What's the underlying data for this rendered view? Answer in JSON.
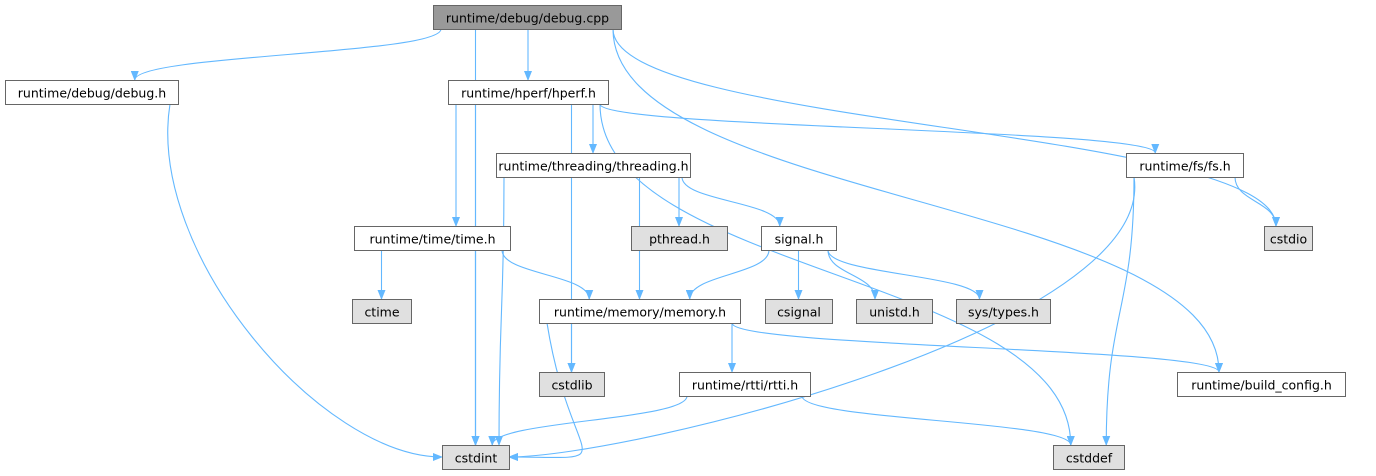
{
  "graph": {
    "type": "include-dependency-graph",
    "colors": {
      "root_fill": "#999999",
      "documented_fill": "#ffffff",
      "external_fill": "#e0e0e0",
      "border": "#666666",
      "edge": "#63b8ff"
    },
    "nodes": [
      {
        "id": "debug_cpp",
        "label": "runtime/debug/debug.cpp",
        "kind": "root"
      },
      {
        "id": "debug_h",
        "label": "runtime/debug/debug.h",
        "kind": "documented"
      },
      {
        "id": "hperf_h",
        "label": "runtime/hperf/hperf.h",
        "kind": "documented"
      },
      {
        "id": "threading_h",
        "label": "runtime/threading/threading.h",
        "kind": "documented"
      },
      {
        "id": "fs_h",
        "label": "runtime/fs/fs.h",
        "kind": "documented"
      },
      {
        "id": "time_h",
        "label": "runtime/time/time.h",
        "kind": "documented"
      },
      {
        "id": "pthread_h",
        "label": "pthread.h",
        "kind": "external"
      },
      {
        "id": "signal_h",
        "label": "signal.h",
        "kind": "documented"
      },
      {
        "id": "cstdio",
        "label": "cstdio",
        "kind": "external"
      },
      {
        "id": "ctime",
        "label": "ctime",
        "kind": "external"
      },
      {
        "id": "memory_h",
        "label": "runtime/memory/memory.h",
        "kind": "documented"
      },
      {
        "id": "csignal",
        "label": "csignal",
        "kind": "external"
      },
      {
        "id": "unistd_h",
        "label": "unistd.h",
        "kind": "external"
      },
      {
        "id": "sys_types_h",
        "label": "sys/types.h",
        "kind": "external"
      },
      {
        "id": "cstdlib",
        "label": "cstdlib",
        "kind": "external"
      },
      {
        "id": "rtti_h",
        "label": "runtime/rtti/rtti.h",
        "kind": "documented"
      },
      {
        "id": "build_config_h",
        "label": "runtime/build_config.h",
        "kind": "documented"
      },
      {
        "id": "cstdint",
        "label": "cstdint",
        "kind": "external"
      },
      {
        "id": "cstddef",
        "label": "cstddef",
        "kind": "external"
      }
    ],
    "edges": [
      [
        "debug_cpp",
        "debug_h"
      ],
      [
        "debug_cpp",
        "hperf_h"
      ],
      [
        "debug_cpp",
        "cstdint"
      ],
      [
        "debug_cpp",
        "cstdio"
      ],
      [
        "debug_cpp",
        "build_config_h"
      ],
      [
        "debug_h",
        "cstdint"
      ],
      [
        "hperf_h",
        "threading_h"
      ],
      [
        "hperf_h",
        "fs_h"
      ],
      [
        "hperf_h",
        "time_h"
      ],
      [
        "hperf_h",
        "cstdint"
      ],
      [
        "hperf_h",
        "cstdlib"
      ],
      [
        "hperf_h",
        "cstddef"
      ],
      [
        "threading_h",
        "pthread_h"
      ],
      [
        "threading_h",
        "signal_h"
      ],
      [
        "threading_h",
        "memory_h"
      ],
      [
        "threading_h",
        "cstdint"
      ],
      [
        "fs_h",
        "cstdio"
      ],
      [
        "fs_h",
        "cstdint"
      ],
      [
        "fs_h",
        "cstddef"
      ],
      [
        "time_h",
        "ctime"
      ],
      [
        "time_h",
        "memory_h"
      ],
      [
        "time_h",
        "cstdint"
      ],
      [
        "signal_h",
        "memory_h"
      ],
      [
        "signal_h",
        "csignal"
      ],
      [
        "signal_h",
        "unistd_h"
      ],
      [
        "signal_h",
        "sys_types_h"
      ],
      [
        "memory_h",
        "cstdlib"
      ],
      [
        "memory_h",
        "cstdint"
      ],
      [
        "memory_h",
        "rtti_h"
      ],
      [
        "memory_h",
        "build_config_h"
      ],
      [
        "rtti_h",
        "cstdint"
      ],
      [
        "rtti_h",
        "cstddef"
      ]
    ]
  }
}
